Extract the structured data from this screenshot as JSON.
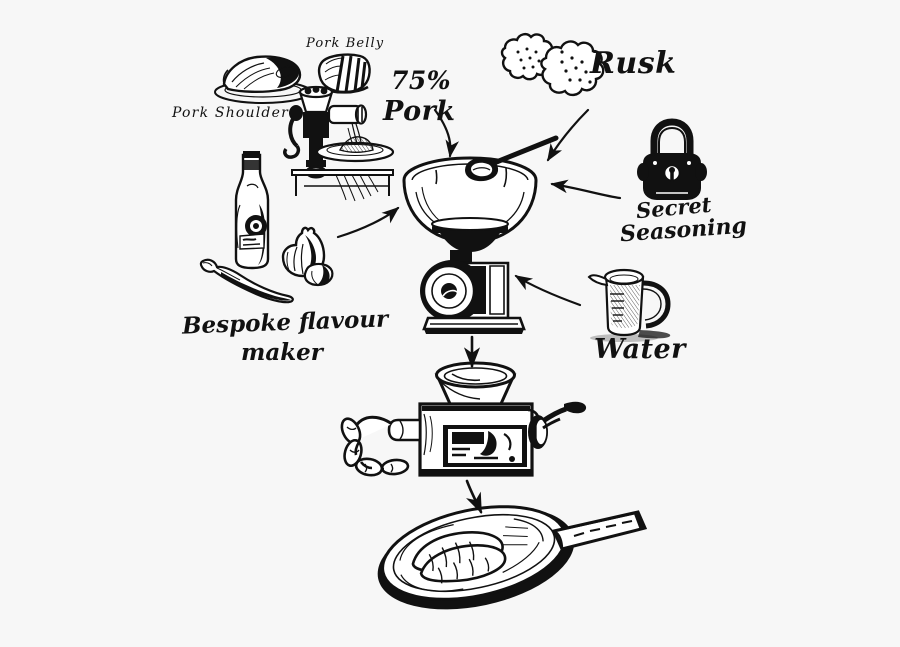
{
  "poster": {
    "title": "Sausage making process infographic",
    "background_color": "#f7f7f7",
    "ink_color": "#111111"
  },
  "labels": {
    "pork_shoulder": "Pork Shoulder",
    "pork_belly": "Pork Belly",
    "percent_pork_line1": "75%",
    "percent_pork_line2": "Pork",
    "rusk": "Rusk",
    "secret_line1": "Secret",
    "secret_line2": "Seasoning",
    "water": "Water",
    "bespoke_line1": "Bespoke flavour",
    "bespoke_line2": "maker"
  },
  "illustrations": {
    "pork_shoulder": "pork-shoulder-on-plate-illustration",
    "pork_belly": "pork-belly-slab-illustration",
    "meat_grinder": "table-mounted-meat-grinder-illustration",
    "rusk": "rusk-biscuits-illustration",
    "padlock": "padlock-illustration",
    "measuring_jug": "measuring-jug-illustration",
    "beer_bottle": "beer-bottle-illustration",
    "garlic": "garlic-bulb-illustration",
    "chilli": "chilli-pepper-illustration",
    "mixing_bowl": "mixing-bowl-with-spoon-on-mixer-illustration",
    "sausage_stuffer": "sausage-stuffing-machine-illustration",
    "frying_pan": "frying-pan-with-sausages-illustration"
  },
  "flow": {
    "arrows": [
      {
        "name": "arrow-pork-to-bowl",
        "from": "75% Pork",
        "to": "Mixing bowl"
      },
      {
        "name": "arrow-rusk-to-bowl",
        "from": "Rusk",
        "to": "Mixing bowl"
      },
      {
        "name": "arrow-seasoning-to-bowl",
        "from": "Secret Seasoning",
        "to": "Mixing bowl"
      },
      {
        "name": "arrow-flavour-to-bowl",
        "from": "Bespoke flavour maker",
        "to": "Mixing bowl"
      },
      {
        "name": "arrow-water-to-bowl",
        "from": "Water",
        "to": "Mixing bowl"
      },
      {
        "name": "arrow-bowl-to-stuffer",
        "from": "Mixing bowl",
        "to": "Sausage stuffer"
      },
      {
        "name": "arrow-stuffer-to-pan",
        "from": "Sausage stuffer",
        "to": "Frying pan"
      }
    ]
  }
}
